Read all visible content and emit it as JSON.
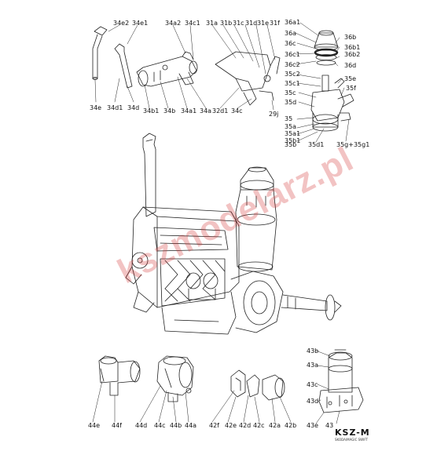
{
  "watermark": "kszmodelarz.pl",
  "brand": {
    "name": "KSZ-M",
    "tagline": "SKODA/MAGIC SWIFT"
  },
  "part_labels": {
    "p34e2": "34e2",
    "p34e1": "34e1",
    "p34a2": "34a2",
    "p34c1": "34c1",
    "p31a": "31a",
    "p31b": "31b",
    "p31c": "31c",
    "p31d": "31d",
    "p31e": "31e",
    "p31f": "31f",
    "p36a1": "36a1",
    "p36a": "36a",
    "p36b": "36b",
    "p36c": "36c",
    "p36b1": "36b1",
    "p36c1": "36c1",
    "p36b2": "36b2",
    "p36c2": "36c2",
    "p36d": "36d",
    "p35c2": "35c2",
    "p35e": "35e",
    "p35c1": "35c1",
    "p35f": "35f",
    "p35c": "35c",
    "p35d": "35d",
    "p35": "35",
    "p35a": "35a",
    "p35a1": "35a1",
    "p35b1": "35b1",
    "p35b": "35b",
    "p35d1": "35d1",
    "p35g35g1": "35g+35g1",
    "p34e": "34e",
    "p34d1": "34d1",
    "p34d": "34d",
    "p34b1": "34b1",
    "p34b": "34b",
    "p34a1": "34a1",
    "p34a": "34a",
    "p32d1": "32d1",
    "p34c": "34c",
    "p29j": "29j",
    "p43b": "43b",
    "p43a": "43a",
    "p43c": "43c",
    "p43d": "43d",
    "p43e": "43e",
    "p43": "43",
    "p44e": "44e",
    "p44f": "44f",
    "p44d": "44d",
    "p44c": "44c",
    "p44b": "44b",
    "p44a": "44a",
    "p42f": "42f",
    "p42e": "42e",
    "p42d": "42d",
    "p42c": "42c",
    "p42a": "42a",
    "p42b": "42b"
  }
}
